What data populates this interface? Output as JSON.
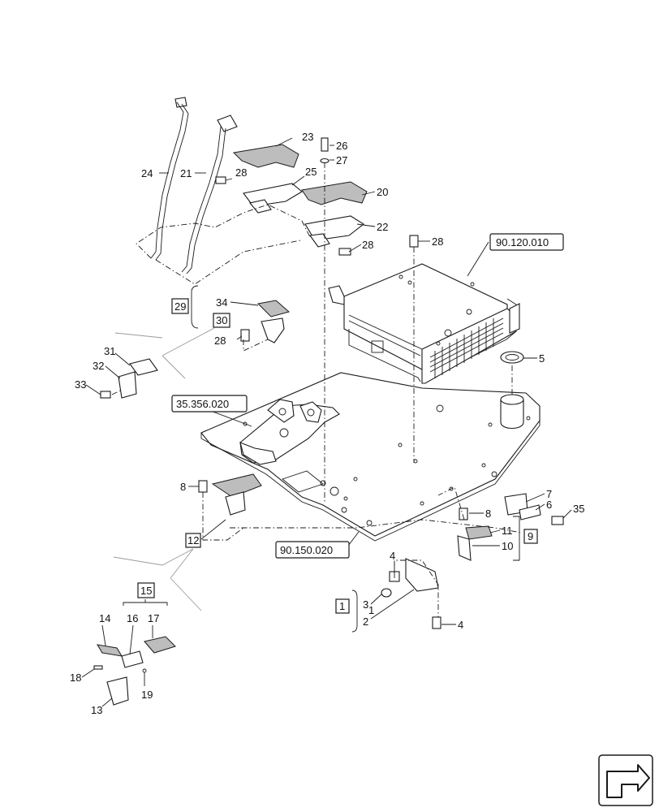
{
  "callouts": [
    {
      "id": "c1",
      "text": "1"
    },
    {
      "id": "c2",
      "text": "2"
    },
    {
      "id": "c3",
      "text": "3"
    },
    {
      "id": "c4a",
      "text": "4"
    },
    {
      "id": "c4b",
      "text": "4"
    },
    {
      "id": "c5",
      "text": "5"
    },
    {
      "id": "c6",
      "text": "6"
    },
    {
      "id": "c7",
      "text": "7"
    },
    {
      "id": "c8a",
      "text": "8"
    },
    {
      "id": "c8b",
      "text": "8"
    },
    {
      "id": "c9",
      "text": "9"
    },
    {
      "id": "c10",
      "text": "10"
    },
    {
      "id": "c11",
      "text": "11"
    },
    {
      "id": "c12",
      "text": "12"
    },
    {
      "id": "c13",
      "text": "13"
    },
    {
      "id": "c14",
      "text": "14"
    },
    {
      "id": "c15",
      "text": "15"
    },
    {
      "id": "c16",
      "text": "16"
    },
    {
      "id": "c17",
      "text": "17"
    },
    {
      "id": "c18",
      "text": "18"
    },
    {
      "id": "c19",
      "text": "19"
    },
    {
      "id": "c20",
      "text": "20"
    },
    {
      "id": "c21",
      "text": "21"
    },
    {
      "id": "c22",
      "text": "22"
    },
    {
      "id": "c23",
      "text": "23"
    },
    {
      "id": "c24",
      "text": "24"
    },
    {
      "id": "c25",
      "text": "25"
    },
    {
      "id": "c26",
      "text": "26"
    },
    {
      "id": "c27",
      "text": "27"
    },
    {
      "id": "c28a",
      "text": "28"
    },
    {
      "id": "c28b",
      "text": "28"
    },
    {
      "id": "c28c",
      "text": "28"
    },
    {
      "id": "c28d",
      "text": "28"
    },
    {
      "id": "c29",
      "text": "29"
    },
    {
      "id": "c30",
      "text": "30"
    },
    {
      "id": "c31",
      "text": "31"
    },
    {
      "id": "c32",
      "text": "32"
    },
    {
      "id": "c33",
      "text": "33"
    },
    {
      "id": "c34",
      "text": "34"
    },
    {
      "id": "c35",
      "text": "35"
    }
  ],
  "references": {
    "ref_90120010": "90.120.010",
    "ref_35356020": "35.356.020",
    "ref_90150020": "90.150.020"
  },
  "navigation": {
    "icon": "next-page-arrow-icon"
  }
}
